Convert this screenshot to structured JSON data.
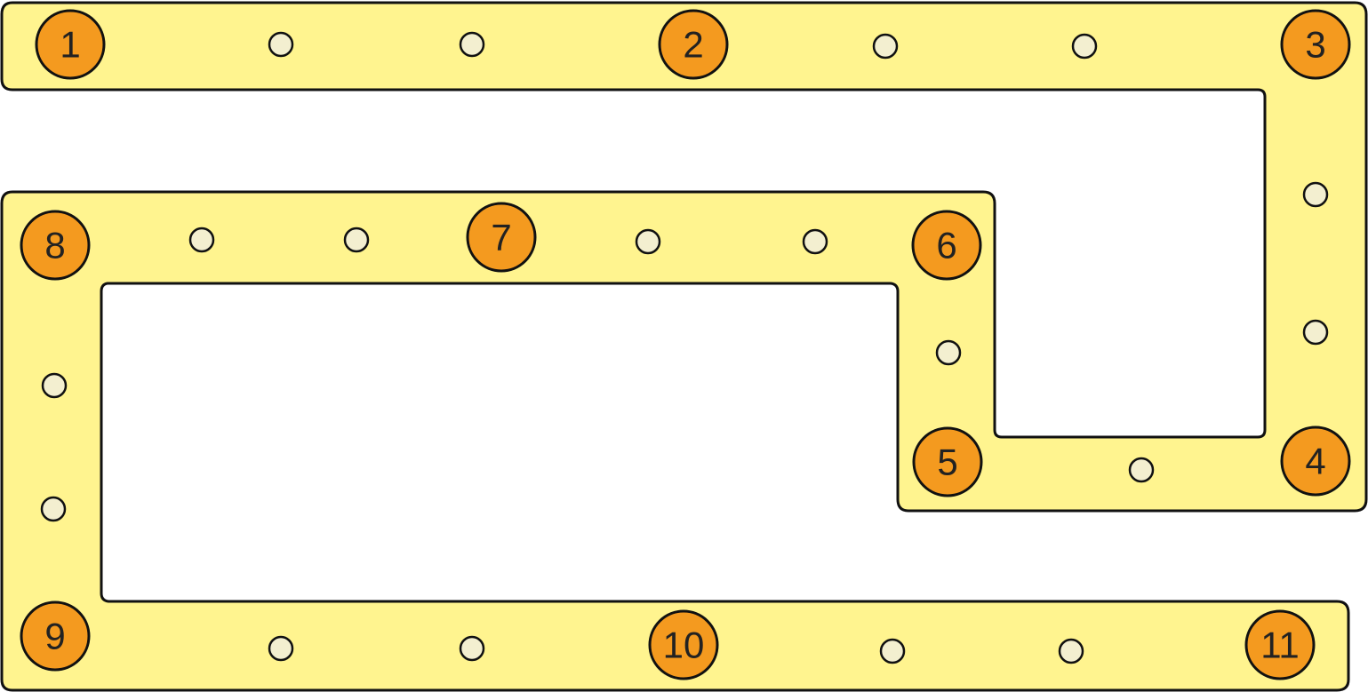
{
  "board": {
    "path_color": "#fff48f",
    "station_color": "#f49a1f",
    "hole_color": "#f3efd0",
    "outline_color": "#111111",
    "stations": [
      {
        "label": "1"
      },
      {
        "label": "2"
      },
      {
        "label": "3"
      },
      {
        "label": "4"
      },
      {
        "label": "5"
      },
      {
        "label": "6"
      },
      {
        "label": "7"
      },
      {
        "label": "8"
      },
      {
        "label": "9"
      },
      {
        "label": "10"
      },
      {
        "label": "11"
      }
    ]
  }
}
